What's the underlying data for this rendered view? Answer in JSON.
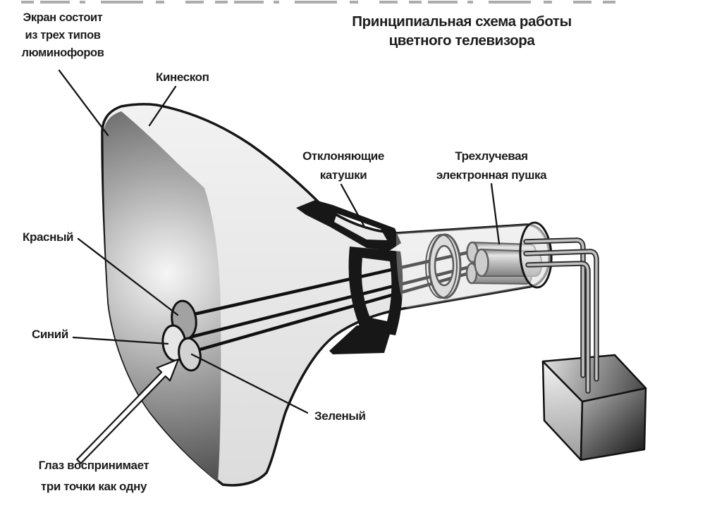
{
  "title": {
    "line1": "Принципиальная схема работы",
    "line2": "цветного телевизора"
  },
  "labels": {
    "screen": {
      "line1": "Экран состоит",
      "line2": "из трех типов",
      "line3": "люминофоров"
    },
    "kinescope": "Кинескоп",
    "coils": {
      "line1": "Отклоняющие",
      "line2": "катушки"
    },
    "gun": {
      "line1": "Трехлучевая",
      "line2": "электронная пушка"
    },
    "red": "Красный",
    "blue": "Синий",
    "green": "Зеленый",
    "eye": {
      "line1": "Глаз воспринимает",
      "line2": "три точки как одну"
    }
  },
  "colors": {
    "background": "#ffffff",
    "ink": "#1a1a1a",
    "funnel_light": "#e9e9e9",
    "screen_highlight": "#f6f6f6",
    "screen_shadow": "#3f3f3f",
    "metal_gray": "#9a9a9a",
    "coil_black": "#171717"
  }
}
